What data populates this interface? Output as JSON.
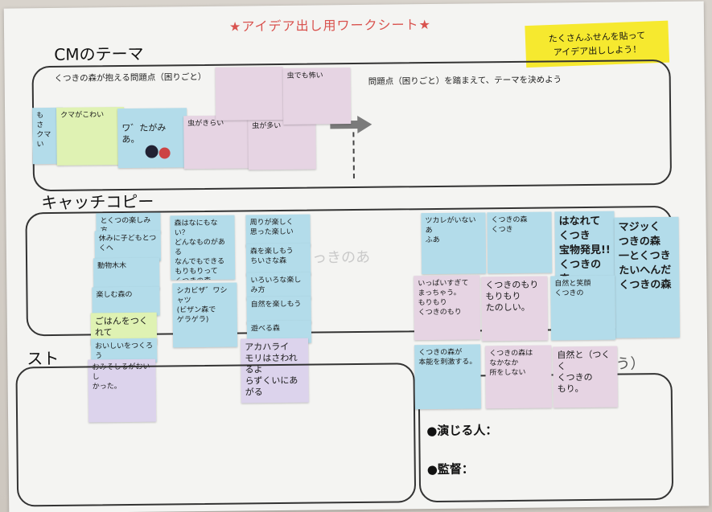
{
  "sheet_title": "★アイデア出し用ワークシート★",
  "banner": {
    "line1": "たくさんふせんを貼って",
    "line2": "アイデア出ししよう！"
  },
  "sections": {
    "theme_heading": "CMのテーマ",
    "problem_label": "くつきの森が抱える問題点（困りごと）",
    "theme_instruction": "問題点（困りごと）を踏まえて、テーマを決めよう",
    "catch_heading": "キャッチコピー",
    "story_heading": "スト",
    "performer_label": "●演じる人：",
    "director_label": "●監督："
  },
  "theme_notes": [
    {
      "text": "も\nさ\nクマ\nい"
    },
    {
      "text": "クマがこわい"
    },
    {
      "text": "ワ゛たがみ\nあ。"
    },
    {
      "text": "虫がきらい"
    },
    {
      "text": "虫が多い"
    },
    {
      "text": "虫でも怖い"
    }
  ],
  "catch_notes_left": [
    {
      "text": "とくつの楽しみ方"
    },
    {
      "text": "休みに子どもとつくへ"
    },
    {
      "text": "動物木木"
    },
    {
      "text": "楽しむ森の"
    },
    {
      "text": "ごはんをつくれて"
    },
    {
      "text": "おいしいをつくろう"
    },
    {
      "text": "おみそしるがおいし\nかった。"
    }
  ],
  "catch_notes_mid1": [
    {
      "text": "森はなにもない？\nどんなものがある\nなんでもできる\nもりもりって\nくつきの森"
    },
    {
      "text": "シカビザ゛ワシャツ\n(ビザン森で\nゲラゲラ)"
    }
  ],
  "catch_notes_mid2": [
    {
      "text": "周りが楽しく\n思った楽しい"
    },
    {
      "text": "森を楽しもう\nちいさな森"
    },
    {
      "text": "いろいろな楽しみ方"
    },
    {
      "text": "自然を楽しもう"
    },
    {
      "text": "遊べる森"
    },
    {
      "text": "アカハライ\nモリはさわれ\nるよ\nらずくいにあがる"
    }
  ],
  "catch_notes_right": [
    {
      "text": "ツカレがいないあ\nふあ"
    },
    {
      "text": "くつきの森\nくつき"
    },
    {
      "text": "はなれて\nくつき\n宝物発見!!\nくつきの森"
    },
    {
      "text": "マジッく\nつきの森\n一とくつき\nたいへんだ\nくつきの森"
    },
    {
      "text": "いっぱいすぎて\nまっちゃう。\nもりもり\nくつきのもり"
    },
    {
      "text": "くつきのもり\nもりもり\nたのしい。"
    },
    {
      "text": "自然と笑顔\nくつきの"
    },
    {
      "text": "くつきの森が\n本能を刺激する。"
    },
    {
      "text": "くつきの森は\nなかなか\n所をしない"
    },
    {
      "text": "自然と（つくく\nくつきの\nもり。"
    }
  ],
  "colors": {
    "frame": "#333333",
    "title": "#d9534f",
    "banner": "#f6e92f",
    "blue_note": "#b3dcea",
    "pink_note": "#e6d4e3",
    "green_note": "#dff2b3",
    "purple_note": "#dcd3ec"
  }
}
